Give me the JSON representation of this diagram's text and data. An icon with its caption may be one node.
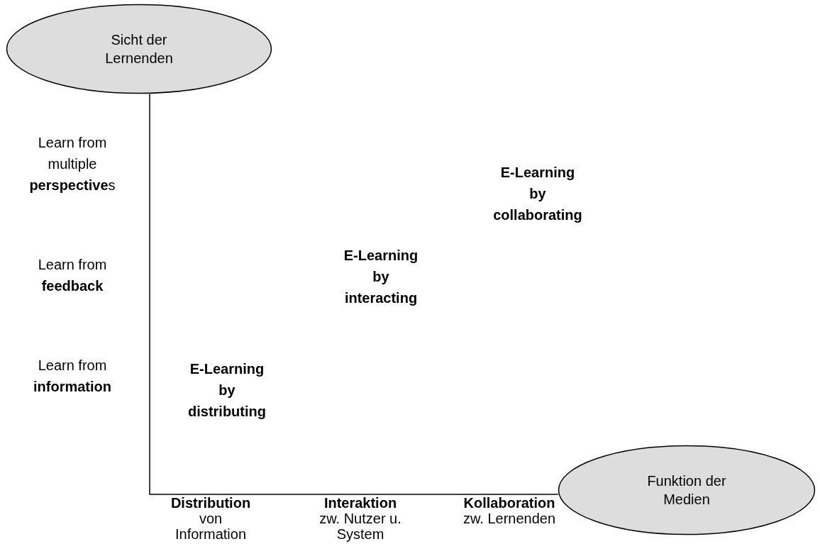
{
  "diagram": {
    "nodes": [
      {
        "text": [
          "Sicht der Lernenden"
        ]
      },
      {
        "text": [
          "Funktion der Medien"
        ]
      }
    ],
    "edges": [
      {
        "from": 0,
        "to": 1,
        "arrow": "none"
      }
    ],
    "labels": [
      "Learn from multiple **perspective**s",
      "Learn from **feedback**",
      "Learn from **information**",
      "E-Learning by distributing",
      "E-Learning by interacting",
      "E-Learning by collaborating",
      "**Distribution** von Information",
      "**Interaktion** zw. Nutzer u. System",
      "**Kollaboration** zw. Lernenden"
    ]
  }
}
